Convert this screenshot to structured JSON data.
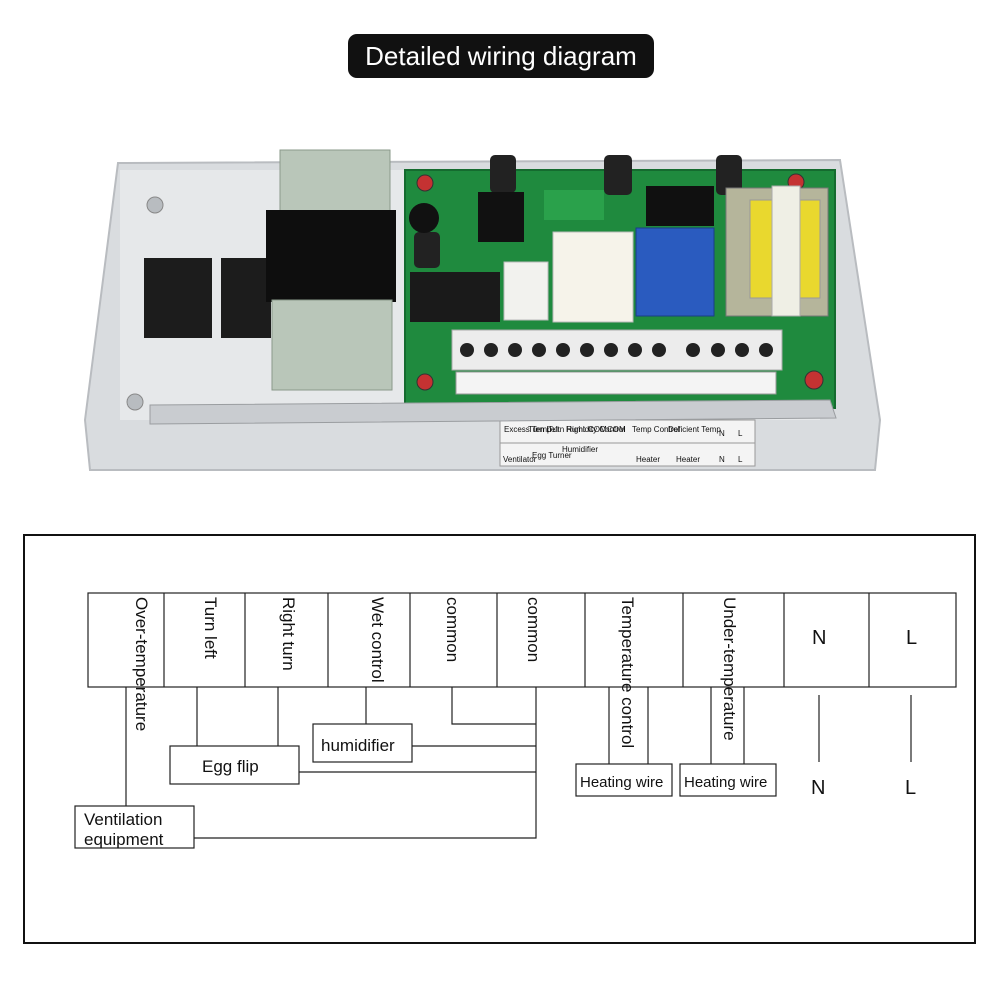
{
  "title": "Detailed wiring diagram",
  "terminal_strip": {
    "row1": [
      "Excess Temp",
      "Turn Left",
      "Turn Right",
      "Humidity Control",
      "COM",
      "COM",
      "Temp Control",
      "Deficient Temp",
      "N",
      "L"
    ],
    "row2": [
      "Ventilator",
      "Egg Turner",
      "Humidifier",
      "Heater",
      "Heater",
      "N",
      "L"
    ]
  },
  "diagram": {
    "terminals": [
      "Over-temperature",
      "Turn left",
      "Right turn",
      "Wet control",
      "common",
      "common",
      "Temperature control",
      "Under-temperature",
      "N",
      "L"
    ],
    "devices": {
      "ventilation": [
        "Ventilation",
        "equipment"
      ],
      "egg_flip": "Egg flip",
      "humidifier": "humidifier",
      "heating_wire_1": "Heating wire",
      "heating_wire_2": "Heating wire",
      "n_label": "N",
      "l_label": "L"
    }
  }
}
